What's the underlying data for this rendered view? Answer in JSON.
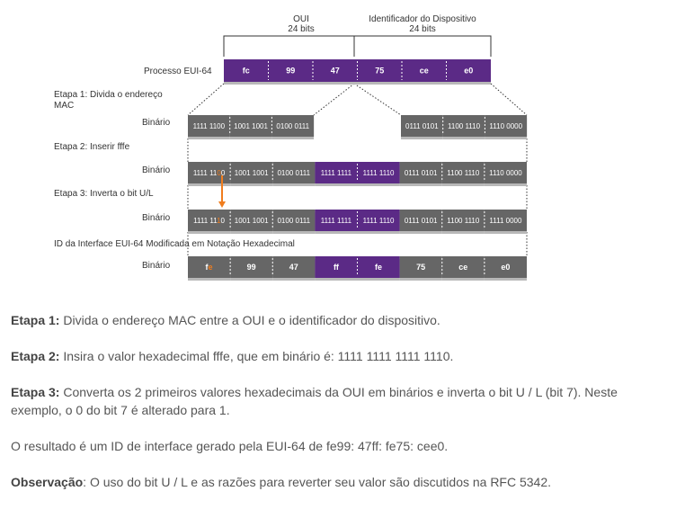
{
  "header": {
    "oui_title": "OUI",
    "oui_bits": "24 bits",
    "dev_title": "Identificador do Dispositivo",
    "dev_bits": "24 bits"
  },
  "rows": {
    "eui_label": "Processo EUI-64",
    "step1_label_line1": "Etapa 1: Divida o endereço",
    "step1_label_line2": "MAC",
    "step2_label": "Etapa 2: Inserir fffe",
    "step3_label": "Etapa 3: Inverta o bit U/L",
    "result_label": "ID da Interface EUI-64 Modificada em Notação Hexadecimal",
    "binary_label": "Binário"
  },
  "mac_hex": [
    "fc",
    "99",
    "47",
    "75",
    "ce",
    "e0"
  ],
  "step1": {
    "oui_bin": [
      "1111 1100",
      "1001 1001",
      "0100 0111"
    ],
    "dev_bin": [
      "0111 0101",
      "1100 1110",
      "1110 0000"
    ]
  },
  "step2": {
    "segments": [
      "1111 1100",
      "1001 1001",
      "0100 0111",
      "1111 1111",
      "1111 1110",
      "0111 0101",
      "1100 1110",
      "1110 0000"
    ],
    "ul_bit_char": "0"
  },
  "step3": {
    "segments": [
      "1111 1110",
      "1001 1001",
      "0100 0111",
      "1111 1111",
      "1111 1110",
      "0111 0101",
      "1100 1110",
      "1111 0000"
    ],
    "ul_bit_char": "1"
  },
  "result_hex": {
    "first_char": "f",
    "first_char_changed": "e",
    "segments": [
      "99",
      "47",
      "ff",
      "fe",
      "75",
      "ce",
      "e0"
    ]
  },
  "colors": {
    "purple": "#5b2a86",
    "gray": "#666666",
    "orange": "#f07d1e",
    "line": "#333333"
  },
  "text": {
    "p1_bold": "Etapa 1:",
    "p1_text": " Divida o endereço MAC entre a OUI e o identificador do dispositivo.",
    "p2_bold": "Etapa 2:",
    "p2_text": " Insira o valor hexadecimal fffe, que em binário é: 1111 1111 1111 1110.",
    "p3_bold": "Etapa 3:",
    "p3_text": " Converta os 2 primeiros valores hexadecimais da OUI em binários e inverta o bit U / L (bit 7). Neste exemplo, o 0 do bit 7 é alterado para 1.",
    "p4_text": "O resultado é um ID de interface gerado pela EUI-64 de fe99: 47ff: fe75: cee0.",
    "p5_bold": "Observação",
    "p5_text": ": O uso do bit U / L e as razões para reverter seu valor são discutidos na RFC 5342."
  }
}
